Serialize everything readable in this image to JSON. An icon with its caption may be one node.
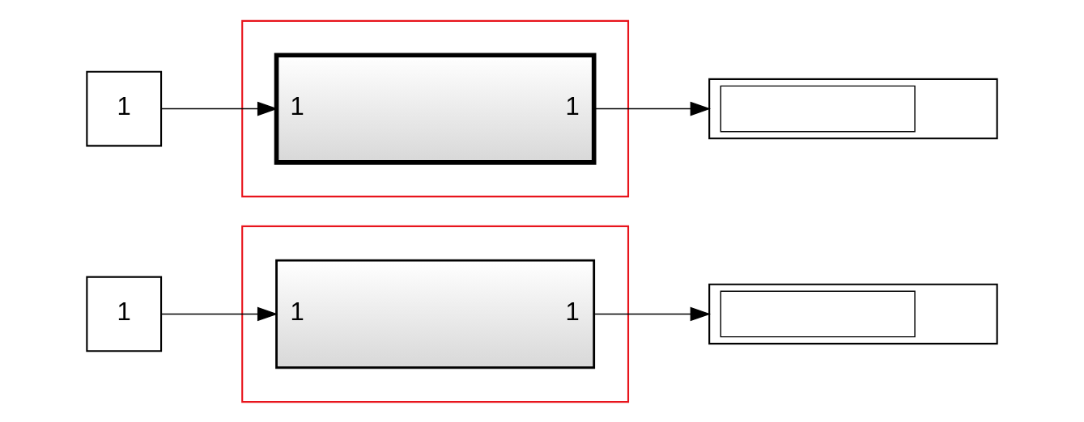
{
  "diagram": {
    "nodes": [
      {
        "text": [
          "1"
        ]
      },
      {
        "text": [],
        "shape": "box"
      },
      {
        "text": [
          "1",
          "1"
        ],
        "in": 1
      },
      {
        "text": [],
        "shape": "box"
      },
      {
        "text": [
          "1"
        ]
      },
      {
        "text": [],
        "shape": "box"
      },
      {
        "text": [
          "1",
          "1"
        ],
        "in": 5
      },
      {
        "text": [],
        "shape": "box"
      }
    ],
    "edges": [
      {
        "from": 0,
        "to": 2,
        "arrow": "to"
      },
      {
        "from": 2,
        "to": 3,
        "arrow": "to"
      },
      {
        "from": 4,
        "to": 6,
        "arrow": "to"
      },
      {
        "from": 6,
        "to": 7,
        "arrow": "to"
      }
    ]
  }
}
